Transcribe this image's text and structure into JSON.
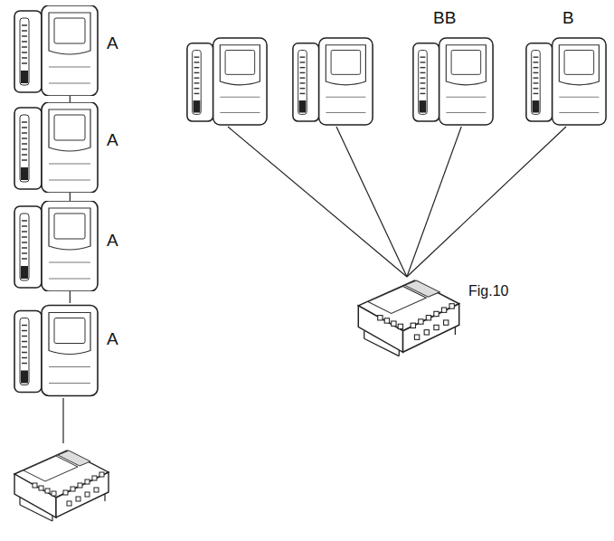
{
  "diagram": {
    "nodes": [
      {
        "text": [
          "A"
        ]
      },
      {
        "text": [
          "A"
        ]
      },
      {
        "text": [
          "A"
        ]
      },
      {
        "text": [
          "A"
        ]
      },
      {
        "text": [
          "BB"
        ]
      },
      {
        "text": [
          "B"
        ]
      },
      {
        "text": [
          "Fig.10"
        ]
      }
    ],
    "edges": [
      {
        "from": 0,
        "to": 1,
        "arrow": "none"
      },
      {
        "from": 1,
        "to": 2,
        "arrow": "none"
      },
      {
        "from": 2,
        "to": 3,
        "arrow": "none"
      },
      {
        "from": 4,
        "to": 6,
        "arrow": "none"
      },
      {
        "from": 5,
        "to": 6,
        "arrow": "none"
      }
    ]
  }
}
